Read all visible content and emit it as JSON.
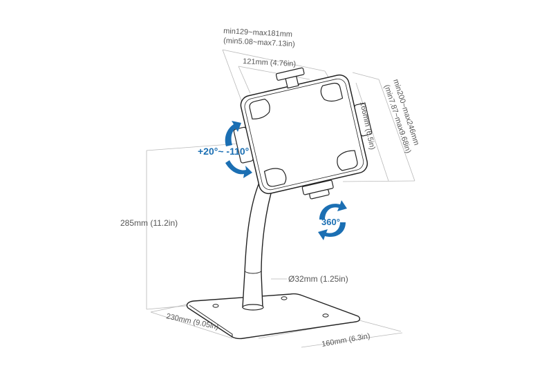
{
  "colors": {
    "arrow": "#1b6fb3",
    "line": "#222222",
    "dimension": "#b8b8b8",
    "text": "#555555"
  },
  "dimensions": {
    "clamp_width_range": "min129~max181mm",
    "clamp_width_range_in": "(min5.08~max7.13in)",
    "holder_width": "121mm (4.76in)",
    "holder_height": "166mm (6.5in)",
    "clamp_height_range": "min200~max246mm",
    "clamp_height_range_in": "(min7.87~max9.68in)",
    "total_height": "285mm (11.2in)",
    "pole_diameter": "Ø32mm (1.25in)",
    "base_depth": "230mm (9.05in)",
    "base_width": "160mm (6.3in)"
  },
  "rotation": {
    "tilt_label": "+20°~ -110°",
    "swivel_label": "360°",
    "swivel_icon": "rotate-360-icon",
    "tilt_icon": "curved-arrows-icon"
  }
}
